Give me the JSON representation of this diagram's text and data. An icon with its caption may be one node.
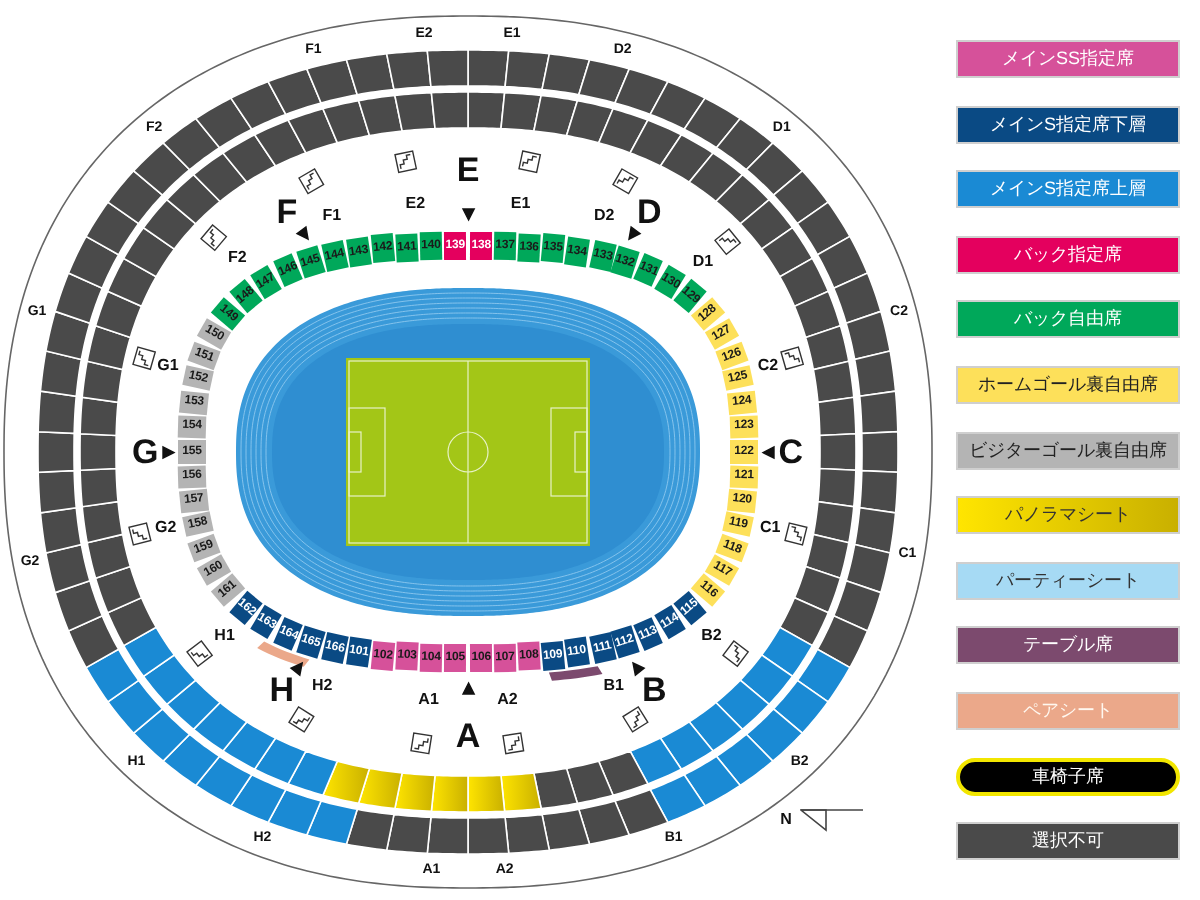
{
  "diagram": {
    "nodes": [
      {
        "text": [
          "101"
        ]
      },
      {
        "text": [
          "102"
        ]
      },
      {
        "text": [
          "103"
        ]
      },
      {
        "text": [
          "104"
        ]
      },
      {
        "text": [
          "105"
        ]
      },
      {
        "text": [
          "106"
        ]
      },
      {
        "text": [
          "107"
        ]
      },
      {
        "text": [
          "108"
        ]
      },
      {
        "text": [
          "109"
        ]
      },
      {
        "text": [
          "110"
        ]
      },
      {
        "text": [
          "111"
        ]
      },
      {
        "text": [
          "112"
        ]
      },
      {
        "text": [
          "113"
        ]
      },
      {
        "text": [
          "114"
        ]
      },
      {
        "text": [
          "115"
        ]
      },
      {
        "text": [
          "116"
        ]
      },
      {
        "text": [
          "117"
        ]
      },
      {
        "text": [
          "118"
        ]
      },
      {
        "text": [
          "119"
        ]
      },
      {
        "text": [
          "120"
        ]
      },
      {
        "text": [
          "121"
        ]
      },
      {
        "text": [
          "122"
        ]
      },
      {
        "text": [
          "123"
        ]
      },
      {
        "text": [
          "124"
        ]
      },
      {
        "text": [
          "125"
        ]
      },
      {
        "text": [
          "126"
        ]
      },
      {
        "text": [
          "127"
        ]
      },
      {
        "text": [
          "128"
        ]
      },
      {
        "text": [
          "129"
        ]
      },
      {
        "text": [
          "130"
        ]
      },
      {
        "text": [
          "131"
        ]
      },
      {
        "text": [
          "132"
        ]
      },
      {
        "text": [
          "133"
        ]
      },
      {
        "text": [
          "134"
        ]
      },
      {
        "text": [
          "135"
        ]
      },
      {
        "text": [
          "136"
        ]
      },
      {
        "text": [
          "137"
        ]
      },
      {
        "text": [
          "138"
        ]
      },
      {
        "text": [
          "139"
        ]
      },
      {
        "text": [
          "140"
        ]
      },
      {
        "text": [
          "141"
        ]
      },
      {
        "text": [
          "142"
        ]
      },
      {
        "text": [
          "143"
        ]
      },
      {
        "text": [
          "144"
        ]
      },
      {
        "text": [
          "145"
        ]
      },
      {
        "text": [
          "146"
        ]
      },
      {
        "text": [
          "147"
        ]
      },
      {
        "text": [
          "148"
        ]
      },
      {
        "text": [
          "149"
        ]
      },
      {
        "text": [
          "150"
        ]
      },
      {
        "text": [
          "151"
        ]
      },
      {
        "text": [
          "152"
        ]
      },
      {
        "text": [
          "153"
        ]
      },
      {
        "text": [
          "154"
        ]
      },
      {
        "text": [
          "155"
        ]
      },
      {
        "text": [
          "156"
        ]
      },
      {
        "text": [
          "157"
        ]
      },
      {
        "text": [
          "158"
        ]
      },
      {
        "text": [
          "159"
        ]
      },
      {
        "text": [
          "160"
        ]
      },
      {
        "text": [
          "161"
        ]
      },
      {
        "text": [
          "162"
        ]
      },
      {
        "text": [
          "163"
        ]
      },
      {
        "text": [
          "164"
        ]
      },
      {
        "text": [
          "165"
        ]
      },
      {
        "text": [
          "166"
        ]
      }
    ],
    "labels": [
      "E2",
      "E1",
      "F1",
      "D2",
      "F2",
      "D1",
      "E",
      "F",
      "F1",
      "E2",
      "E1",
      "D2",
      "D",
      "F2",
      "D1",
      "G1",
      "C2",
      "G1",
      "C2",
      "G",
      "C",
      "G2",
      "C1",
      "G2",
      "C1",
      "H1",
      "B2",
      "H",
      "H2",
      "A1",
      "A2",
      "B1",
      "B",
      "A",
      "H1",
      "B2",
      "H2",
      "B1",
      "N",
      "A1",
      "A2"
    ],
    "legend": [
      {
        "text": "メインSS指定席",
        "color": "#d6519a"
      },
      {
        "text": "メインS指定席下層",
        "color": "#0a4a84"
      },
      {
        "text": "メインS指定席上層",
        "color": "#1a8ad4"
      },
      {
        "text": "バック指定席",
        "color": "#e4005e"
      },
      {
        "text": "バック自由席",
        "color": "#00a85a"
      },
      {
        "text": "ホームゴール裏自由席",
        "color": "#fde05a"
      },
      {
        "text": "ビジターゴール裏自由席",
        "color": "#b4b4b4"
      },
      {
        "text": "パノラマシート",
        "color": "#c9b000"
      },
      {
        "text": "パーティーシート",
        "color": "#a6daf4"
      },
      {
        "text": "テーブル席",
        "color": "#7c4a6e"
      },
      {
        "text": "ペアシート",
        "color": "#eba88a"
      },
      {
        "text": "車椅子席",
        "color": "#000000"
      },
      {
        "text": "選択不可",
        "color": "#4a4a4a"
      }
    ]
  }
}
